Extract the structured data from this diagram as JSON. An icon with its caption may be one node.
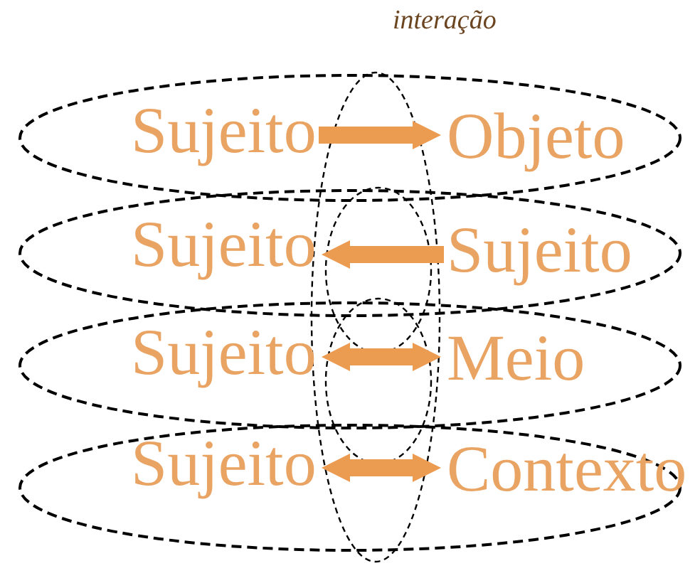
{
  "diagram": {
    "nodes": [
      {
        "text": [
          "Sujeito"
        ]
      },
      {
        "text": [
          "Objeto"
        ]
      },
      {
        "text": [
          "Sujeito"
        ]
      },
      {
        "text": [
          "Sujeito"
        ]
      },
      {
        "text": [
          "Sujeito"
        ]
      },
      {
        "text": [
          "Meio"
        ]
      },
      {
        "text": [
          "Sujeito"
        ]
      },
      {
        "text": [
          "Contexto"
        ]
      }
    ],
    "edges": [
      {
        "from": 0,
        "to": 1,
        "arrow": "to"
      },
      {
        "from": 3,
        "to": 2,
        "arrow": "to"
      },
      {
        "from": 4,
        "to": 5,
        "arrow": "both"
      },
      {
        "from": 6,
        "to": 7,
        "arrow": "both"
      }
    ],
    "labels": [
      "interação"
    ]
  }
}
